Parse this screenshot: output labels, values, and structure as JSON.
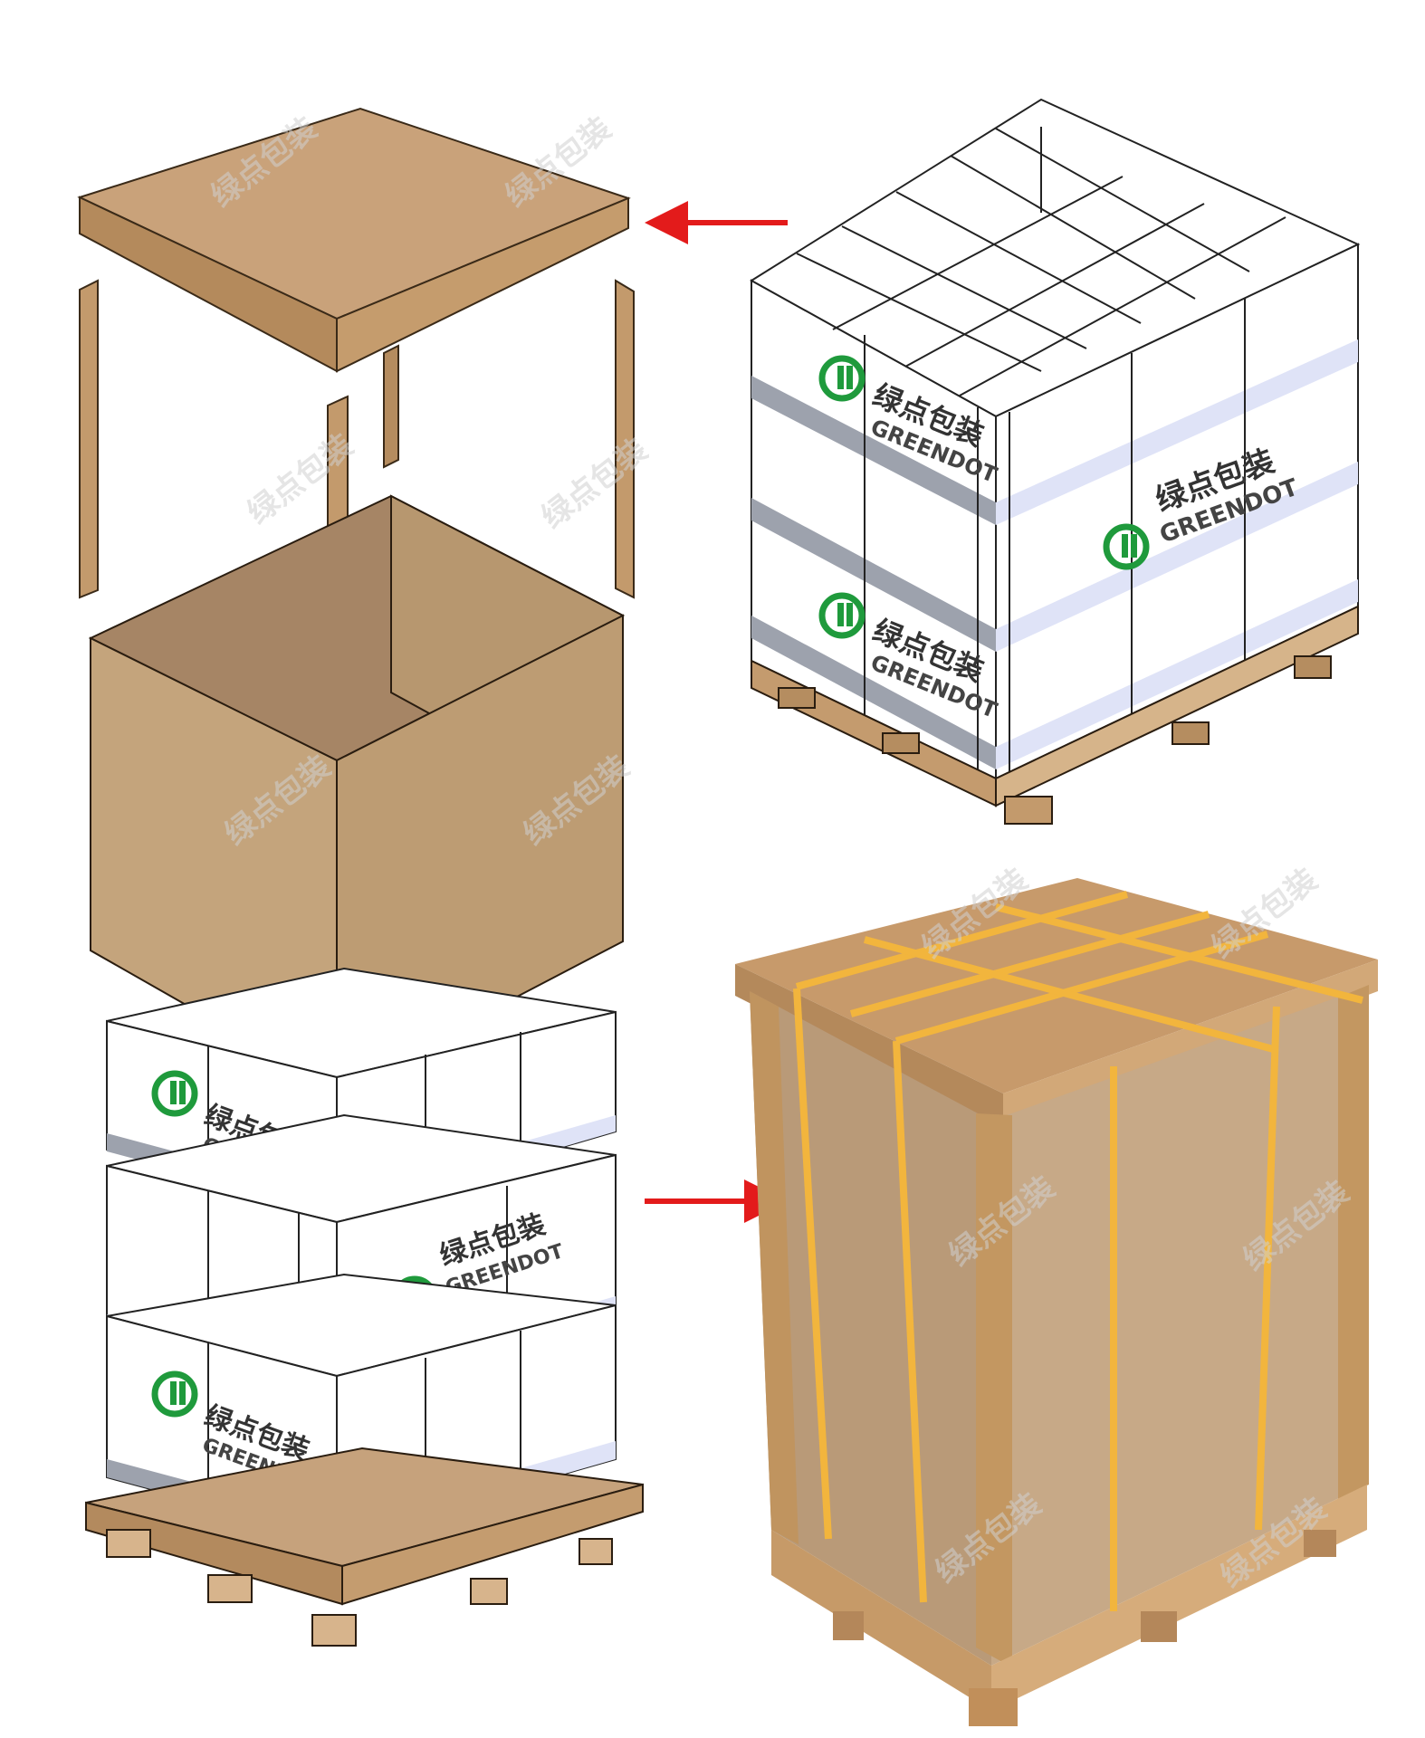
{
  "brand": {
    "name_cn": "绿点包装",
    "name_en": "GREENDOT",
    "logo_color": "#1f9a3c"
  },
  "watermark": {
    "text": "绿点包装"
  },
  "colors": {
    "kraft": "#c9a27a",
    "kraft_dark": "#a88457",
    "kraft_side": "#bf9d74",
    "box_inside": "#a78664",
    "box_front": "#c4a47c",
    "strap": "#f2b53d",
    "arrow": "#e31b1b",
    "band": "#9da2ad",
    "band_light": "#dfe3f7",
    "carton": "#ffffff",
    "outline": "#222222"
  },
  "arrows": [
    {
      "name": "top-arrow",
      "direction": "left"
    },
    {
      "name": "middle-arrow",
      "direction": "right"
    }
  ]
}
